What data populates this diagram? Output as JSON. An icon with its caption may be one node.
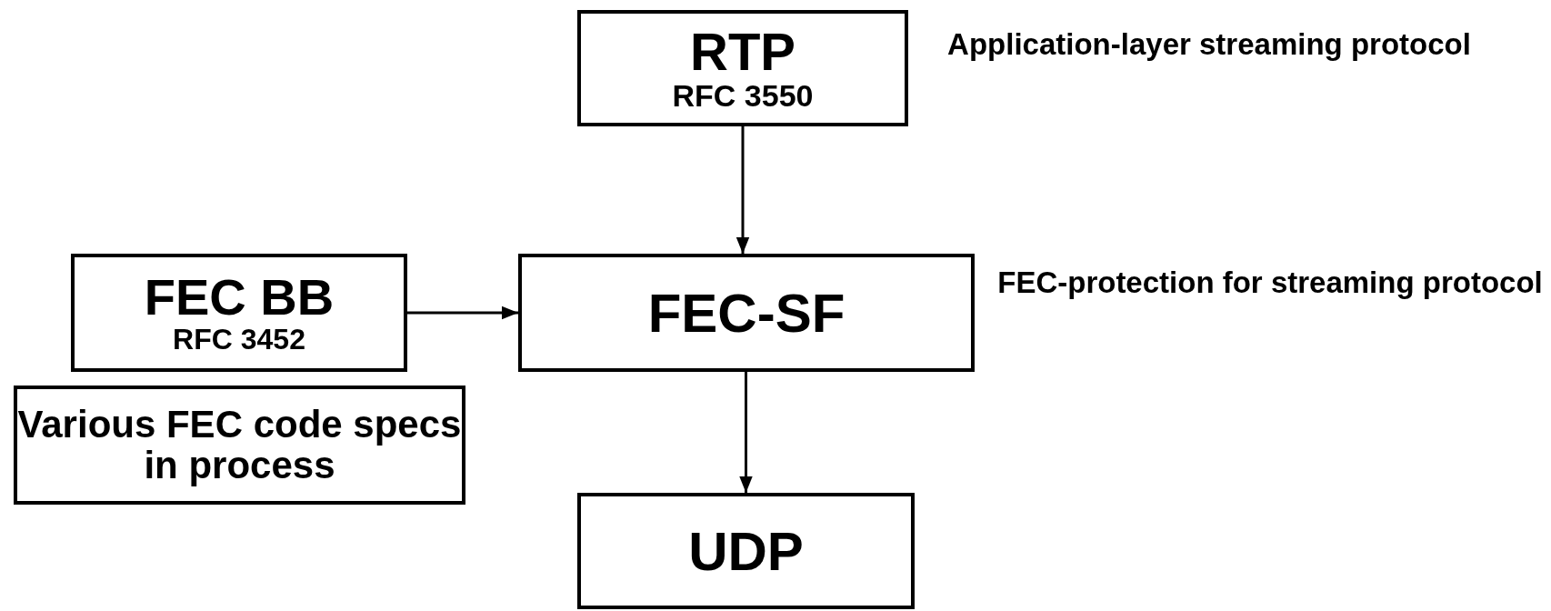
{
  "diagram": {
    "nodes": [
      {
        "text": [
          "RTP",
          "RFC 3550"
        ],
        "beside": [
          "Application-layer streaming protocol"
        ]
      },
      {
        "text": [
          "FEC BB",
          "RFC 3452"
        ]
      },
      {
        "text": [
          "FEC-SF"
        ],
        "beside": [
          "FEC-protection for streaming protocol"
        ]
      },
      {
        "text": [
          "Various FEC code specs in process"
        ]
      },
      {
        "text": [
          "UDP"
        ]
      }
    ],
    "edges": [
      {
        "from": 0,
        "to": 2,
        "arrow": "to"
      },
      {
        "from": 1,
        "to": 2,
        "arrow": "to"
      },
      {
        "from": 2,
        "to": 4,
        "arrow": "to"
      }
    ]
  }
}
